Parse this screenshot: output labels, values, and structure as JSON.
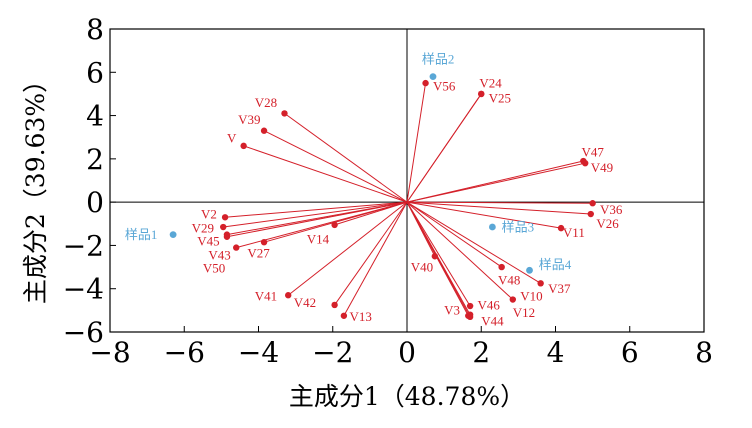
{
  "chart_data": {
    "type": "scatter",
    "subtype": "pca-biplot",
    "title": "",
    "xlabel": "主成分1（48.78%）",
    "ylabel": "主成分2（39.63%）",
    "xlim": [
      -8,
      8
    ],
    "ylim": [
      -6,
      8
    ],
    "xticks": [
      -8,
      -6,
      -4,
      -2,
      0,
      2,
      4,
      6,
      8
    ],
    "yticks": [
      -6,
      -4,
      -2,
      0,
      2,
      4,
      6,
      8
    ],
    "xtick_labels": [
      "−8",
      "−6",
      "−4",
      "−2",
      "0",
      "2",
      "4",
      "6",
      "8"
    ],
    "ytick_labels": [
      "−6",
      "−4",
      "−2",
      "0",
      "2",
      "4",
      "6",
      "8"
    ],
    "grid": false,
    "colors": {
      "loadings": "#d4202a",
      "samples": "#5aa7d6"
    },
    "loadings": [
      {
        "label": "V56",
        "x": 0.5,
        "y": 5.5,
        "lx": 0.7,
        "ly": 5.15
      },
      {
        "label": "V24",
        "x": 2.0,
        "y": 5.0,
        "lx": 1.95,
        "ly": 5.3
      },
      {
        "label": "V25",
        "x": 2.0,
        "y": 5.0,
        "lx": 2.2,
        "ly": 4.6
      },
      {
        "label": "V28",
        "x": -3.3,
        "y": 4.1,
        "lx": -4.1,
        "ly": 4.4
      },
      {
        "label": "V39",
        "x": -3.85,
        "y": 3.3,
        "lx": -4.55,
        "ly": 3.6
      },
      {
        "label": "V",
        "x": -4.4,
        "y": 2.6,
        "lx": -4.85,
        "ly": 2.75
      },
      {
        "label": "V47",
        "x": 4.75,
        "y": 1.9,
        "lx": 4.7,
        "ly": 2.1
      },
      {
        "label": "V49",
        "x": 4.8,
        "y": 1.8,
        "lx": 4.95,
        "ly": 1.4
      },
      {
        "label": "V36",
        "x": 5.0,
        "y": -0.05,
        "lx": 5.2,
        "ly": -0.55
      },
      {
        "label": "V26",
        "x": 4.95,
        "y": -0.55,
        "lx": 5.1,
        "ly": -1.2
      },
      {
        "label": "V11",
        "x": 4.15,
        "y": -1.2,
        "lx": 4.2,
        "ly": -1.6
      },
      {
        "label": "V2",
        "x": -4.9,
        "y": -0.7,
        "lx": -5.55,
        "ly": -0.75
      },
      {
        "label": "V29",
        "x": -4.95,
        "y": -1.15,
        "lx": -5.8,
        "ly": -1.4
      },
      {
        "label": "V45",
        "x": -4.85,
        "y": -1.5,
        "lx": -5.65,
        "ly": -2.0
      },
      {
        "label": "V43",
        "x": -4.6,
        "y": -2.1,
        "lx": -5.35,
        "ly": -2.65
      },
      {
        "label": "V50",
        "x": -4.85,
        "y": -1.6,
        "lx": -5.5,
        "ly": -3.25
      },
      {
        "label": "V27",
        "x": -3.85,
        "y": -1.85,
        "lx": -4.3,
        "ly": -2.55
      },
      {
        "label": "V14",
        "x": -1.95,
        "y": -1.05,
        "lx": -2.7,
        "ly": -1.9
      },
      {
        "label": "V41",
        "x": -3.2,
        "y": -4.3,
        "lx": -4.1,
        "ly": -4.55
      },
      {
        "label": "V42",
        "x": -1.95,
        "y": -4.75,
        "lx": -3.05,
        "ly": -4.85
      },
      {
        "label": "V13",
        "x": -1.7,
        "y": -5.25,
        "lx": -1.55,
        "ly": -5.5
      },
      {
        "label": "V40",
        "x": 0.75,
        "y": -2.5,
        "lx": 0.1,
        "ly": -3.2
      },
      {
        "label": "V48",
        "x": 2.55,
        "y": -3.0,
        "lx": 2.45,
        "ly": -3.8
      },
      {
        "label": "V37",
        "x": 3.6,
        "y": -3.75,
        "lx": 3.8,
        "ly": -4.2
      },
      {
        "label": "V10",
        "x": 2.85,
        "y": -4.5,
        "lx": 3.05,
        "ly": -4.55
      },
      {
        "label": "V46",
        "x": 1.7,
        "y": -4.8,
        "lx": 1.9,
        "ly": -4.95
      },
      {
        "label": "V12",
        "x": 1.7,
        "y": -5.2,
        "lx": 2.85,
        "ly": -5.3
      },
      {
        "label": "V3",
        "x": 1.65,
        "y": -5.25,
        "lx": 1.0,
        "ly": -5.2
      },
      {
        "label": "V44",
        "x": 1.7,
        "y": -5.3,
        "lx": 2.0,
        "ly": -5.7
      }
    ],
    "samples": [
      {
        "label": "样品1",
        "x": -6.3,
        "y": -1.5,
        "lx": -7.6,
        "ly": -1.7
      },
      {
        "label": "样品2",
        "x": 0.7,
        "y": 5.8,
        "lx": 0.4,
        "ly": 6.4
      },
      {
        "label": "样品3",
        "x": 2.3,
        "y": -1.15,
        "lx": 2.55,
        "ly": -1.35
      },
      {
        "label": "样品4",
        "x": 3.3,
        "y": -3.15,
        "lx": 3.55,
        "ly": -3.1
      }
    ]
  }
}
